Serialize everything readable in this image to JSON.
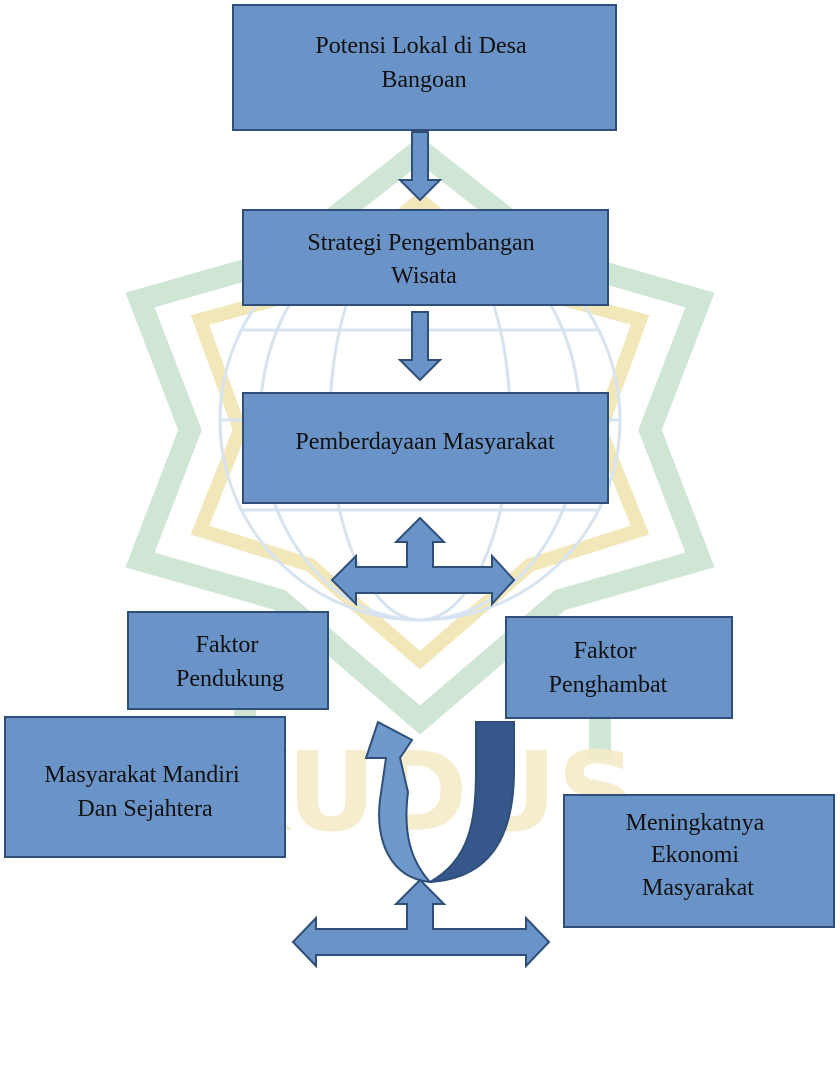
{
  "diagram": {
    "nodes": {
      "potensi": [
        "Potensi Lokal di Desa",
        "Bangoan"
      ],
      "strategi": [
        "Strategi Pengembangan",
        "Wisata"
      ],
      "pemberdayaan": [
        "Pemberdayaan Masyarakat"
      ],
      "pendukung": [
        "Faktor",
        "Pendukung"
      ],
      "penghambat": [
        "Faktor",
        "Penghambat"
      ],
      "mandiri": [
        "Masyarakat Mandiri",
        "Dan Sejahtera"
      ],
      "ekonomi": [
        "Meningkatnya",
        "Ekonomi",
        "Masyarakat"
      ]
    },
    "colors": {
      "box_fill": "#6a93c8",
      "box_stroke": "#2f4f78",
      "arrow_dark": "#35578a",
      "watermark_green": "#cfe6d4",
      "watermark_yellow": "#f2e7b8"
    }
  },
  "watermark": {
    "text": "KUDUS"
  }
}
